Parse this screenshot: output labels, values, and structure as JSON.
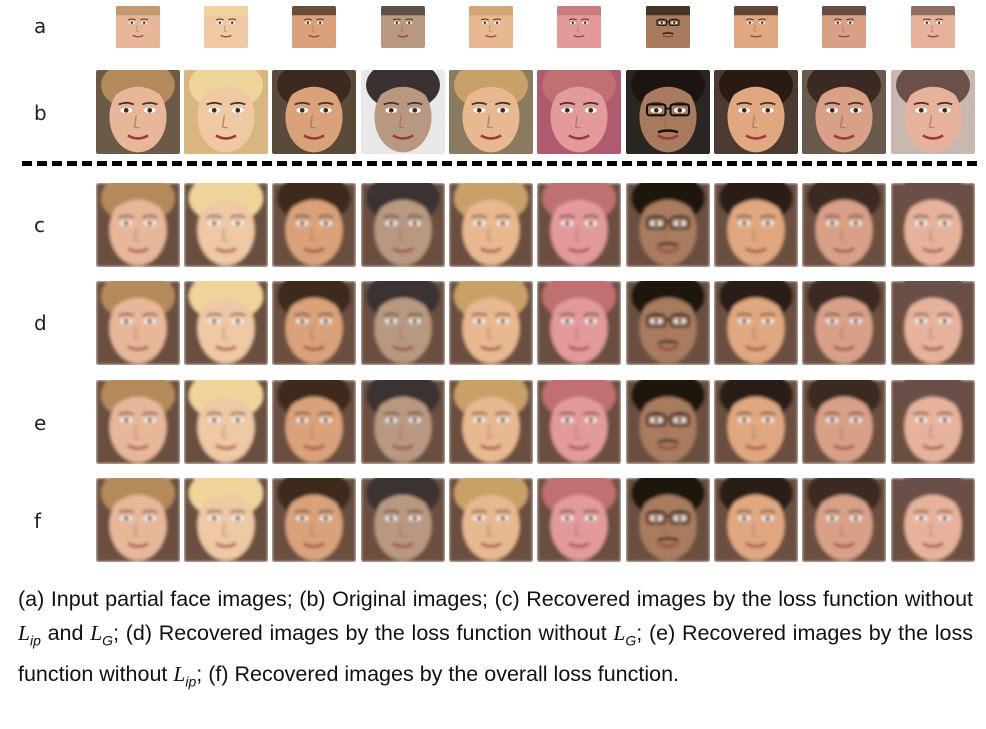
{
  "rows": [
    {
      "label": "a",
      "kind": "partial"
    },
    {
      "label": "b",
      "kind": "original"
    },
    {
      "label": "c",
      "kind": "recovered"
    },
    {
      "label": "d",
      "kind": "recovered"
    },
    {
      "label": "e",
      "kind": "recovered"
    },
    {
      "label": "f",
      "kind": "recovered"
    }
  ],
  "faces": [
    {
      "skin": "#e8b79a",
      "hair": "#b58a5a",
      "bg": "#6b5a48",
      "glasses": false
    },
    {
      "skin": "#efc8a4",
      "hair": "#f0d59a",
      "bg": "#d9b580",
      "glasses": false
    },
    {
      "skin": "#d9a27a",
      "hair": "#3d2a1e",
      "bg": "#5a4a3a",
      "glasses": false
    },
    {
      "skin": "#b89880",
      "hair": "#3a3230",
      "bg": "#e8e8e8",
      "glasses": false
    },
    {
      "skin": "#e8b890",
      "hair": "#c9a068",
      "bg": "#8a7a60",
      "glasses": false
    },
    {
      "skin": "#e29a9a",
      "hair": "#c07070",
      "bg": "#b05a70",
      "glasses": false
    },
    {
      "skin": "#a97b5e",
      "hair": "#1c1410",
      "bg": "#2a2622",
      "glasses": true
    },
    {
      "skin": "#e0a880",
      "hair": "#2a1a14",
      "bg": "#4a3a30",
      "glasses": false
    },
    {
      "skin": "#d9a088",
      "hair": "#3a2a22",
      "bg": "#6a5a4e",
      "glasses": false
    },
    {
      "skin": "#e7b29c",
      "hair": "#6a5048",
      "bg": "#c9b8b0",
      "glasses": false
    }
  ],
  "caption": {
    "part1": "(a) Input partial face images; (b) Original images; (c) Recovered images by the loss function without ",
    "var_ip": "ip",
    "and": " and ",
    "var_G": "G",
    "part2": "; (d) Recovered images by the loss function without ",
    "part3": "; (e) Recovered images by the loss function without ",
    "part4": "; (f) Recovered images by the overall loss function.",
    "L": "L"
  }
}
